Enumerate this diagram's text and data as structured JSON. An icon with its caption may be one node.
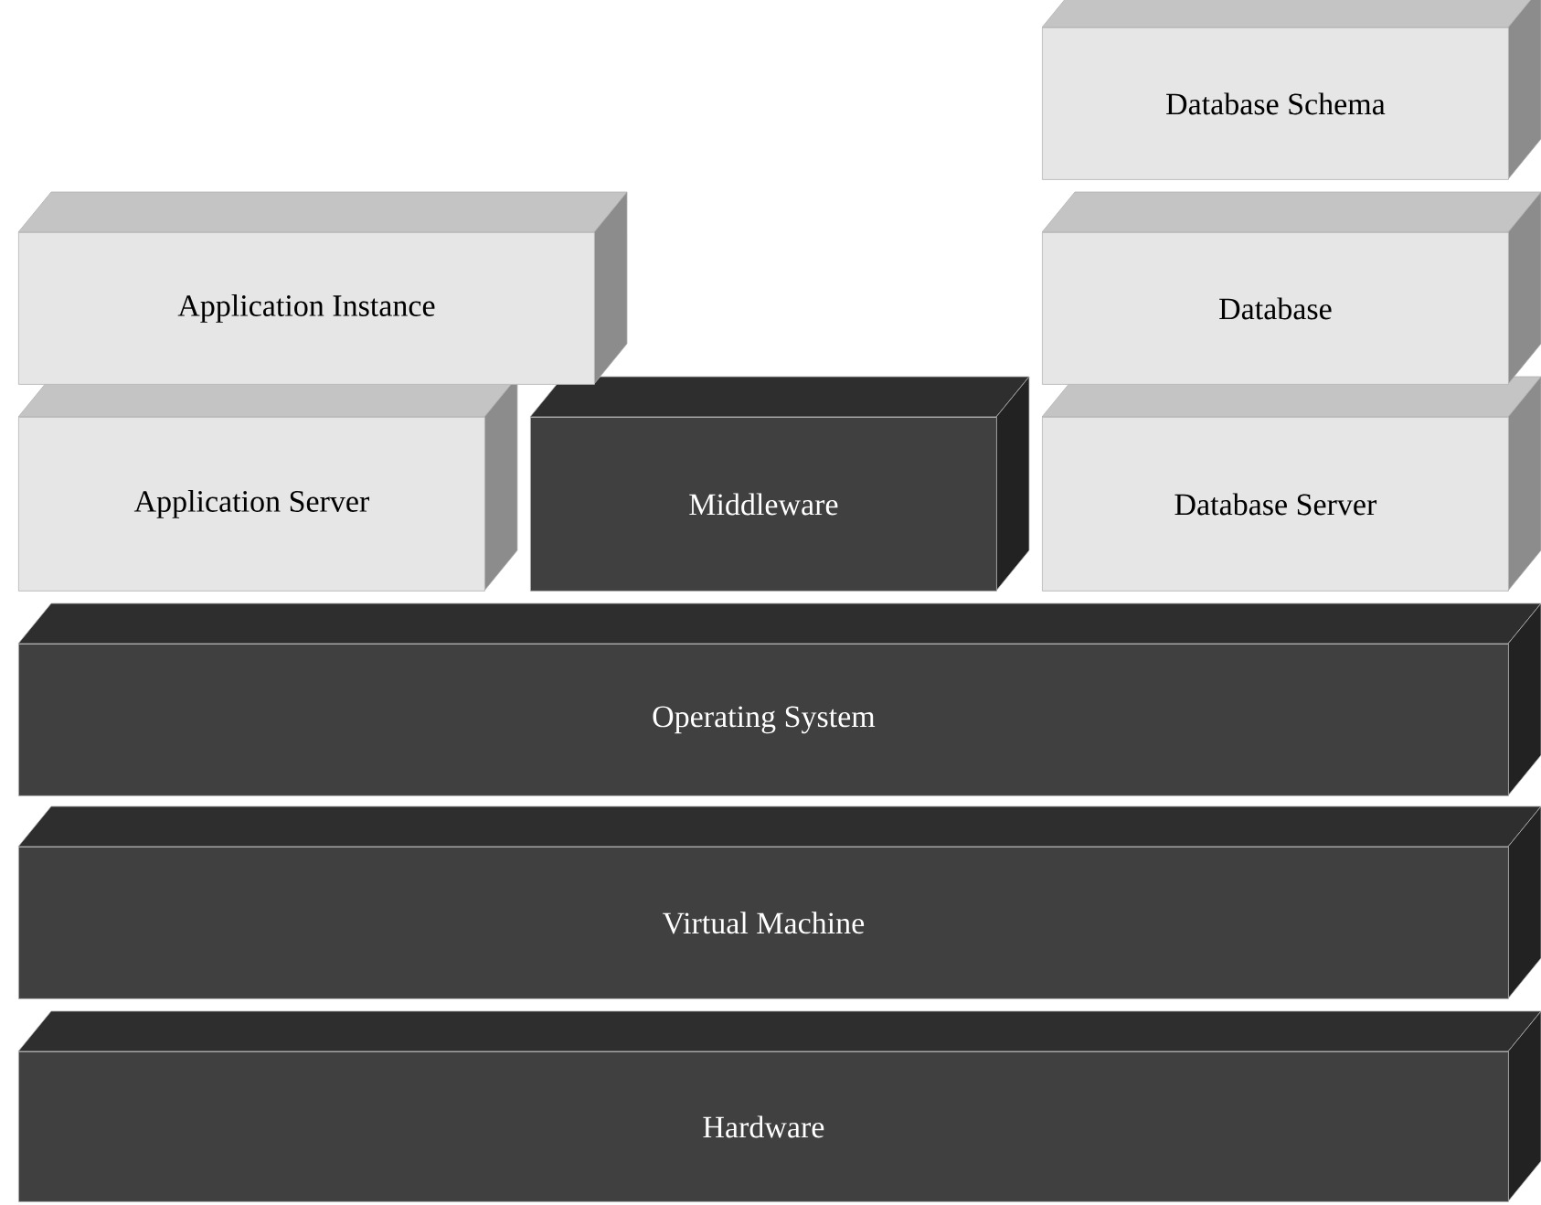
{
  "diagram": {
    "nodes": [
      {
        "text": [
          "Database Schema"
        ]
      },
      {
        "text": [
          "Application Instance"
        ]
      },
      {
        "text": [
          "Database"
        ]
      },
      {
        "text": [
          "Application Server"
        ]
      },
      {
        "text": [
          "Middleware"
        ]
      },
      {
        "text": [
          "Database Server"
        ]
      },
      {
        "text": [
          "Operating System"
        ]
      },
      {
        "text": [
          "Virtual Machine"
        ]
      },
      {
        "text": [
          "Hardware"
        ]
      }
    ]
  }
}
